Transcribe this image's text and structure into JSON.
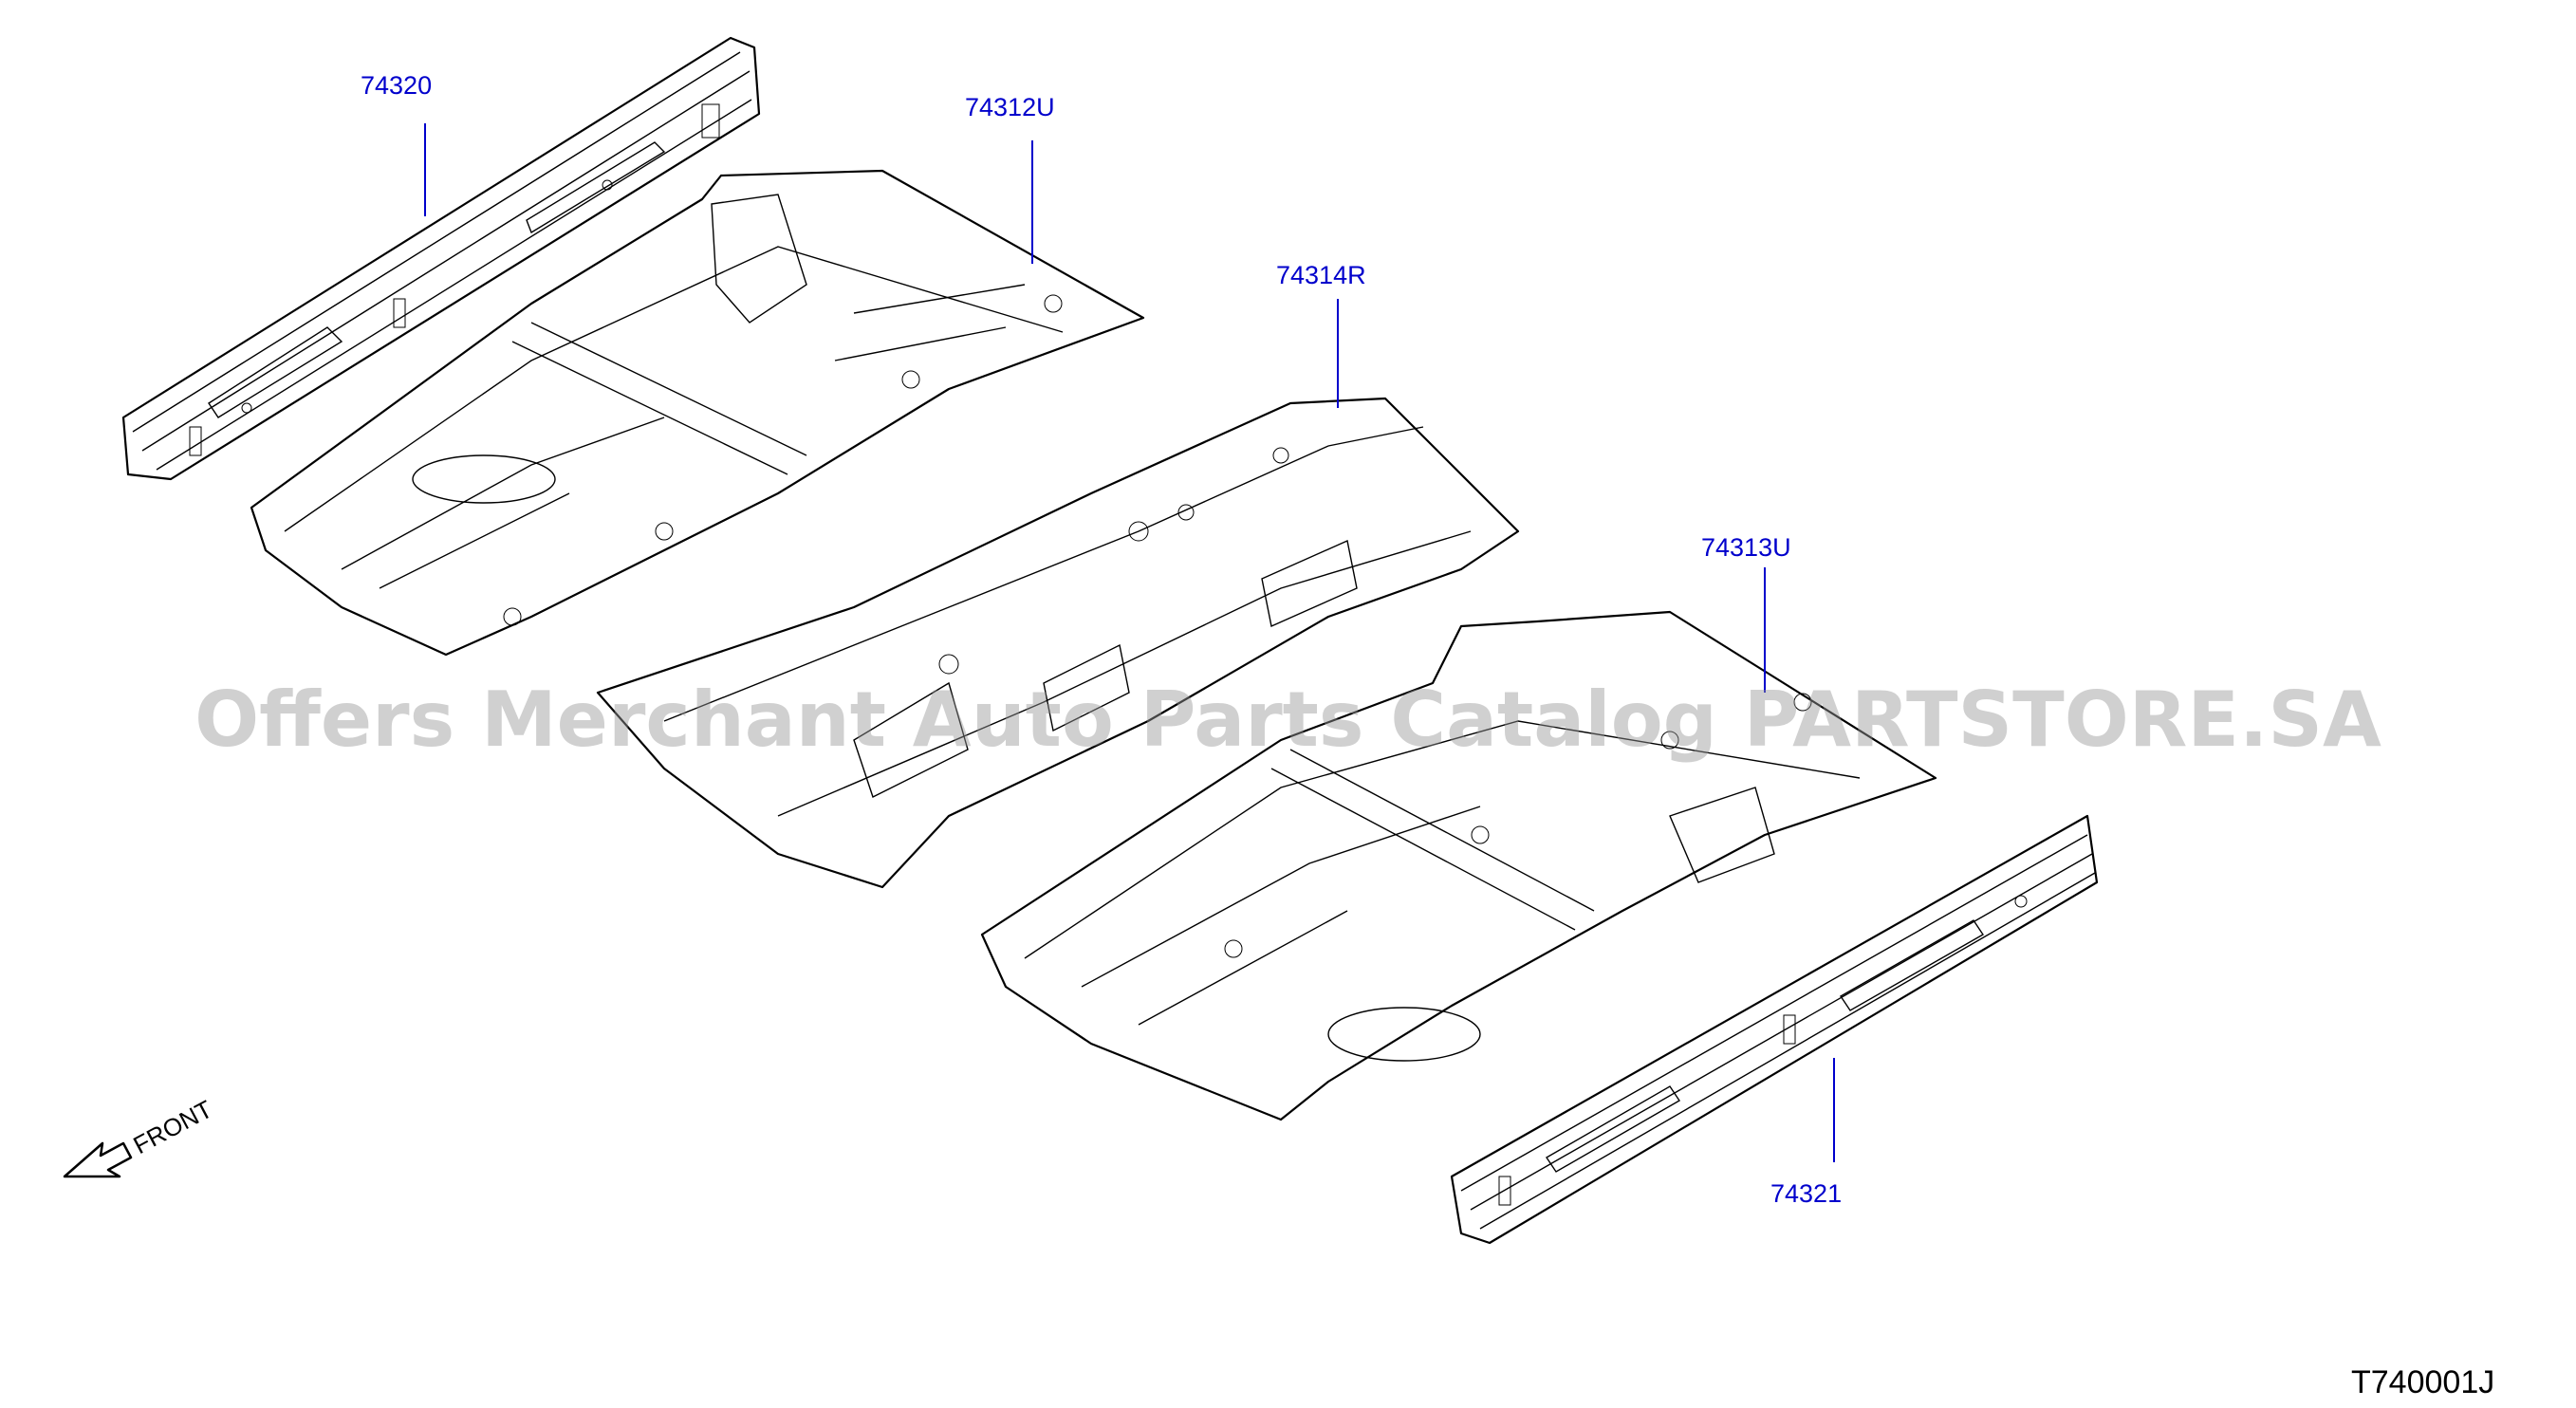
{
  "callouts": {
    "p74320": "74320",
    "p74312u": "74312U",
    "p74314r": "74314R",
    "p74313u": "74313U",
    "p74321": "74321"
  },
  "front_label": "FRONT",
  "diagram_code": "T740001J",
  "watermark": "Offers Merchant Auto Parts Catalog PARTSTORE.SA",
  "colors": {
    "callout": "#0000cc",
    "line": "#000000",
    "watermark": "#969696"
  },
  "icons": {
    "front_arrow": "arrow-icon"
  }
}
